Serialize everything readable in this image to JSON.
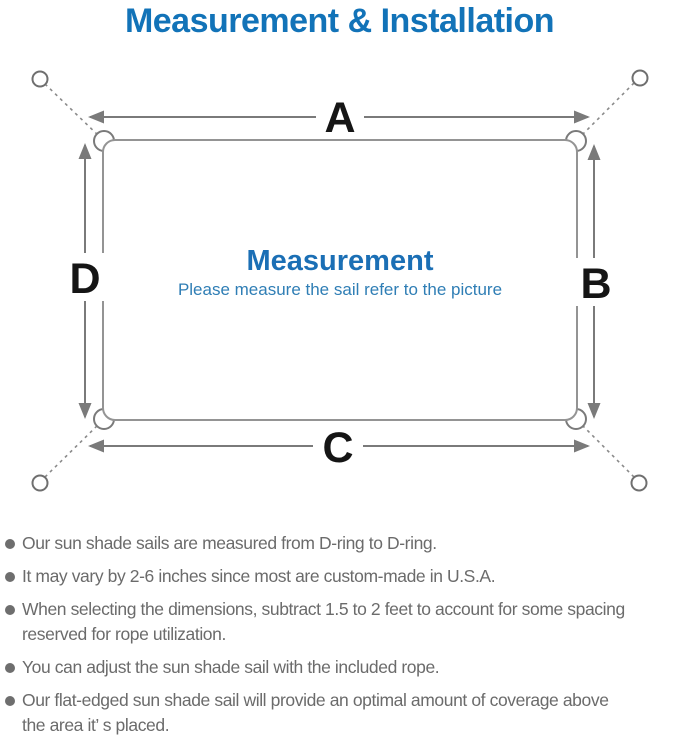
{
  "header": {
    "title": "Measurement & Installation"
  },
  "diagram": {
    "description": "Rectangular sun shade sail outline with corner D-rings connected by dashed ropes to four anchor points; dimension arrows on each side",
    "labels": {
      "top": "A",
      "right": "B",
      "bottom": "C",
      "left": "D"
    },
    "center_title": "Measurement",
    "center_subtitle": "Please measure the sail refer to the picture",
    "icons": {
      "anchor_point": "small open circle",
      "d_ring": "small half-ring at sail corner",
      "rope": "dashed diagonal line",
      "dimension_arrow": "double-headed gray arrow"
    }
  },
  "notes": {
    "items": [
      "Our sun shade sails are measured from D-ring to D-ring.",
      "It may vary by 2-6 inches since most are custom-made in U.S.A.",
      "When selecting the dimensions, subtract 1.5 to 2 feet to account for some spacing\nreserved for rope utilization.",
      "You can adjust the sun shade sail with the included rope.",
      "Our flat-edged sun shade sail will provide an optimal amount of coverage above\nthe area it’ s placed."
    ]
  },
  "colors": {
    "title_blue": "#1273b8",
    "center_title_blue": "#1b6fb5",
    "subtitle_blue": "#2f7eb5",
    "note_gray": "#6b6b6b",
    "line_gray": "#7a7a7a",
    "outline_gray": "#949494"
  }
}
